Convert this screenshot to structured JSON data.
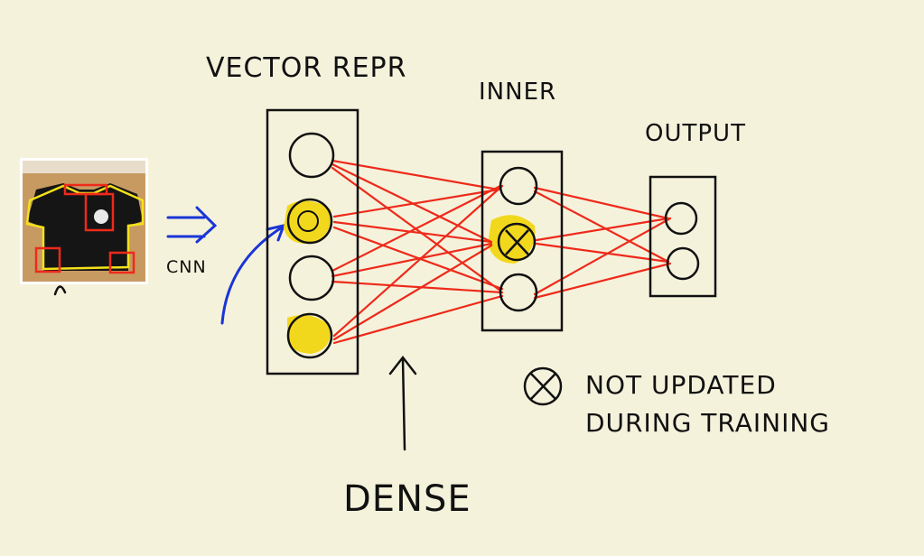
{
  "labels": {
    "vector_repr": "VECTOR REPR",
    "inner": "INNER",
    "output": "OUTPUT",
    "cnn": "CNN",
    "dense": "DENSE",
    "legend_line1": "NOT UPDATED",
    "legend_line2": "DURING TRAINING"
  },
  "icons": {
    "cnn_arrow": "double-arrow-icon",
    "legend_symbol": "crossed-circle-icon",
    "dense_arrow": "up-arrow-icon"
  },
  "colors": {
    "background": "#f5f2dc",
    "ink": "#111111",
    "connection": "#ee2a1a",
    "highlight": "#f2d81c",
    "annotation": "#1a35d6",
    "image_outline": "#f3e21a"
  }
}
